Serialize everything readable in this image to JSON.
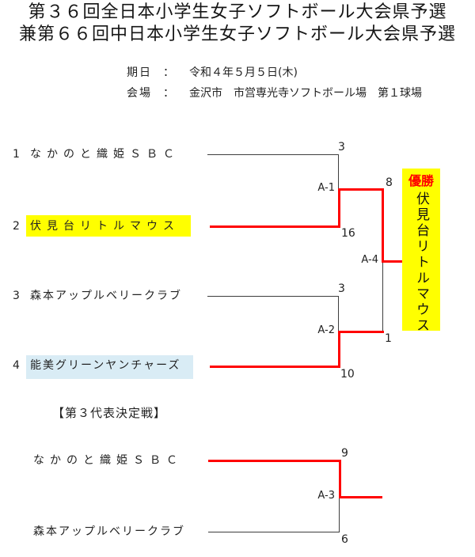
{
  "title": {
    "line1": "第３６回全日本小学生女子ソフトボール大会県予選",
    "line2": "兼第６６回中日本小学生女子ソフトボール大会県予選"
  },
  "info": {
    "date_label": "期日",
    "date_colon": "：",
    "date_value": "令和４年５月５日(木)",
    "venue_label": "会場",
    "venue_colon": "：",
    "venue_value": "金沢市　市営専光寺ソフトボール場　第１球場"
  },
  "bracket": {
    "teams": [
      {
        "seed": "1",
        "name": "なかのと織姫ＳＢＣ",
        "score": "3"
      },
      {
        "seed": "2",
        "name": "伏見台リトルマウス",
        "score": "16"
      },
      {
        "seed": "3",
        "name": "森本アップルベリークラブ",
        "score": "3"
      },
      {
        "seed": "4",
        "name": "能美グリーンヤンチャーズ",
        "score": "10"
      }
    ],
    "matches": {
      "a1": {
        "label": "A-1"
      },
      "a2": {
        "label": "A-2"
      },
      "a4": {
        "label": "A-4",
        "score_top": "8",
        "score_bottom": "1"
      }
    },
    "champion": {
      "badge": "優勝",
      "name": "伏見台リトルマウス"
    }
  },
  "third_place": {
    "heading": "【第３代表決定戦】",
    "teams": [
      {
        "name": "なかのと織姫ＳＢＣ",
        "score": "9"
      },
      {
        "name": "森本アップルベリークラブ",
        "score": "6"
      }
    ],
    "match": {
      "label": "A-3"
    }
  },
  "colors": {
    "winner_line": "#ff0000",
    "loser_line": "#3d3d3d",
    "champion_bg": "#ffff00",
    "highlight_yellow": "#ffff00",
    "highlight_blue": "#d9ecf5",
    "badge_text": "#ff0000"
  }
}
